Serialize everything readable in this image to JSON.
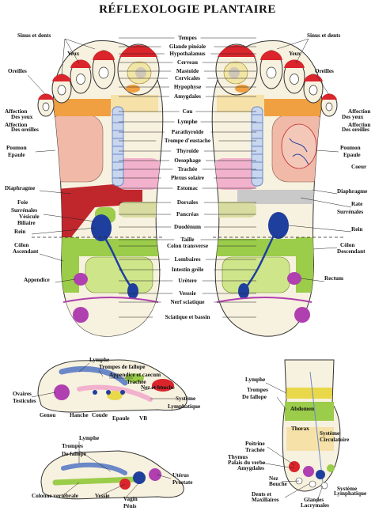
{
  "title": "RÉFLEXOLOGIE PLANTAIRE",
  "colors": {
    "toe_red": "#d9252b",
    "ear_yellow": "#e8d84a",
    "orange": "#f0a040",
    "lung_pink": "#f1b9a8",
    "liver_red": "#c0272d",
    "kidney_blue": "#1f3f9e",
    "intestine_green": "#9bcc4a",
    "stomach_pink": "#f2b1cc",
    "bladder_purple": "#b040b0",
    "spine_blue": "#6a88c8",
    "skin": "#f7f1df"
  },
  "labels": {
    "center": [
      "Tempes",
      "Glande pinéale",
      "Hypothalamus",
      "Cerveau",
      "Mastoïde",
      "Cervicales",
      "Hypophyse",
      "Amygdales",
      "Cou",
      "Lymphe",
      "Parathyroïde",
      "Trompe d'eustache",
      "Thyroïde",
      "Oesophage",
      "Trachée",
      "Plexus solaire",
      "Estomac",
      "Dorsales",
      "Pancréas",
      "Duodénum",
      "Taille",
      "Colon transverse",
      "Lombaires",
      "Intestin grêle",
      "Urètere",
      "Vesssie",
      "Nerf sciatique",
      "Sciatique et bassin"
    ],
    "left": [
      "Sinus et dents",
      "Yeux",
      "Oreilles",
      "Affection",
      "Des yeux",
      "Affection",
      "Des oreilles",
      "Poumon",
      "Epaule",
      "Diaphragme",
      "Foie",
      "Surrénales",
      "Vésicule",
      "Biliaire",
      "Rein",
      "Côlon",
      "Ascendant",
      "Appendice"
    ],
    "right": [
      "Sinus et dents",
      "Yeux",
      "Oreilles",
      "Affection",
      "Des yeux",
      "Affection",
      "Des oreilles",
      "Poumon",
      "Epaule",
      "Coeur",
      "Diaphragme",
      "Rate",
      "Surrénales",
      "Rein",
      "Côlon",
      "Descendant",
      "Rectum"
    ],
    "inner_top": [
      "Lymphe",
      "Trompes de fallope",
      "Appendice et caecum",
      "Trachée",
      "Nez et bouche",
      "Ovaires",
      "Testicules",
      "Système",
      "Lymphatique",
      "Genou",
      "Hanche",
      "Coude",
      "Epaule",
      "VB"
    ],
    "top_view": [
      "Lymphe",
      "Trompes",
      "De fallope",
      "Abdomen",
      "Thorax",
      "Système",
      "Circulatoire",
      "Poitrine",
      "Trachée",
      "Thymus",
      "Palais du verbe",
      "Amygdales",
      "Nez",
      "Bouche",
      "Dents et",
      "Maxillaires",
      "Glandes",
      "Lacrymales",
      "Système",
      "Lymphatique"
    ],
    "inner_bottom": [
      "Lymphe",
      "Trompes",
      "De fallope",
      "Utérus",
      "Prostate",
      "Colonne vertébrale",
      "Vessie",
      "Vagin",
      "Pénis"
    ]
  }
}
